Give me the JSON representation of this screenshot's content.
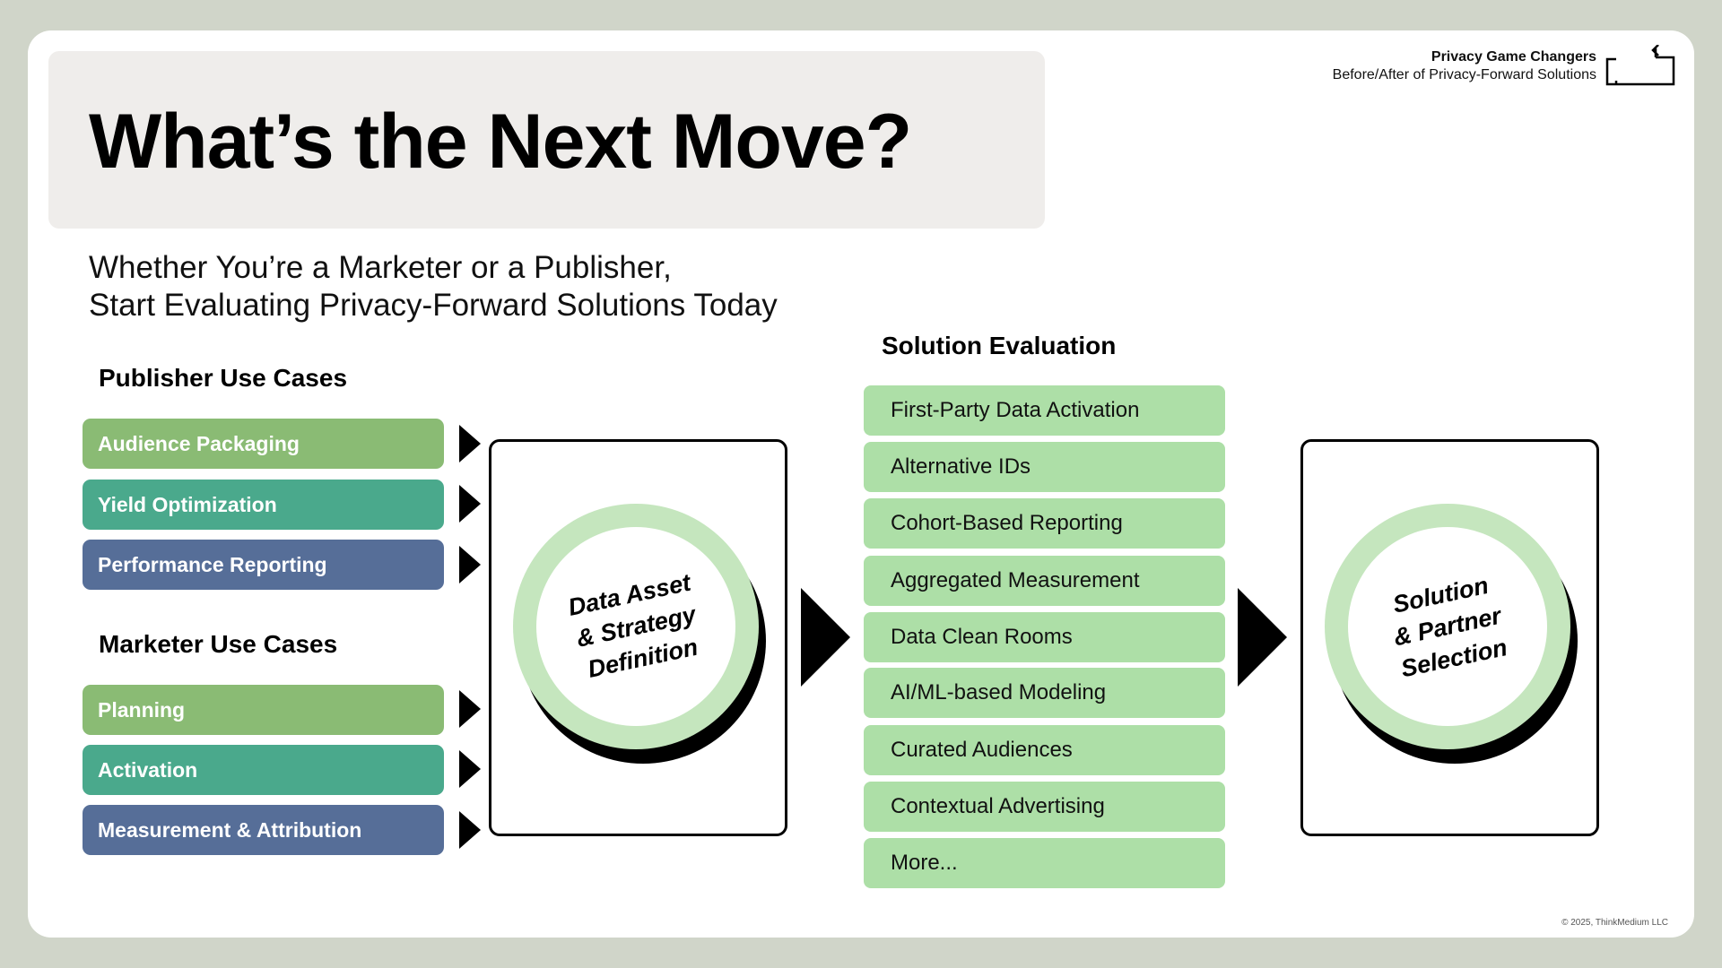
{
  "title": "What’s the Next Move?",
  "subtitle": {
    "line1": "Whether You’re a Marketer or a Publisher,",
    "line2": "Start Evaluating Privacy-Forward Solutions Today"
  },
  "header": {
    "series": "Privacy Game Changers",
    "topic": "Before/After of Privacy-Forward Solutions",
    "icon": "return-arrow-frame-icon"
  },
  "publisher": {
    "heading": "Publisher Use Cases",
    "items": [
      {
        "label": "Audience Packaging",
        "color": "#8abb74"
      },
      {
        "label": "Yield Optimization",
        "color": "#4aa98c"
      },
      {
        "label": "Performance Reporting",
        "color": "#566e98"
      }
    ]
  },
  "marketer": {
    "heading": "Marketer Use Cases",
    "items": [
      {
        "label": "Planning",
        "color": "#8abb74"
      },
      {
        "label": "Activation",
        "color": "#4aa98c"
      },
      {
        "label": "Measurement & Attribution",
        "color": "#566e98"
      }
    ]
  },
  "stage1": {
    "lines": [
      "Data Asset",
      "& Strategy",
      "Definition"
    ]
  },
  "evaluation": {
    "heading": "Solution Evaluation",
    "items": [
      "First-Party Data Activation",
      "Alternative IDs",
      "Cohort-Based Reporting",
      "Aggregated Measurement",
      "Data Clean Rooms",
      "AI/ML-based Modeling",
      "Curated Audiences",
      "Contextual Advertising",
      "More..."
    ],
    "color": "#addfa7"
  },
  "stage2": {
    "lines": [
      "Solution",
      "& Partner",
      "Selection"
    ]
  },
  "ring_color": "#c5e6be",
  "footer": "© 2025, ThinkMedium LLC"
}
